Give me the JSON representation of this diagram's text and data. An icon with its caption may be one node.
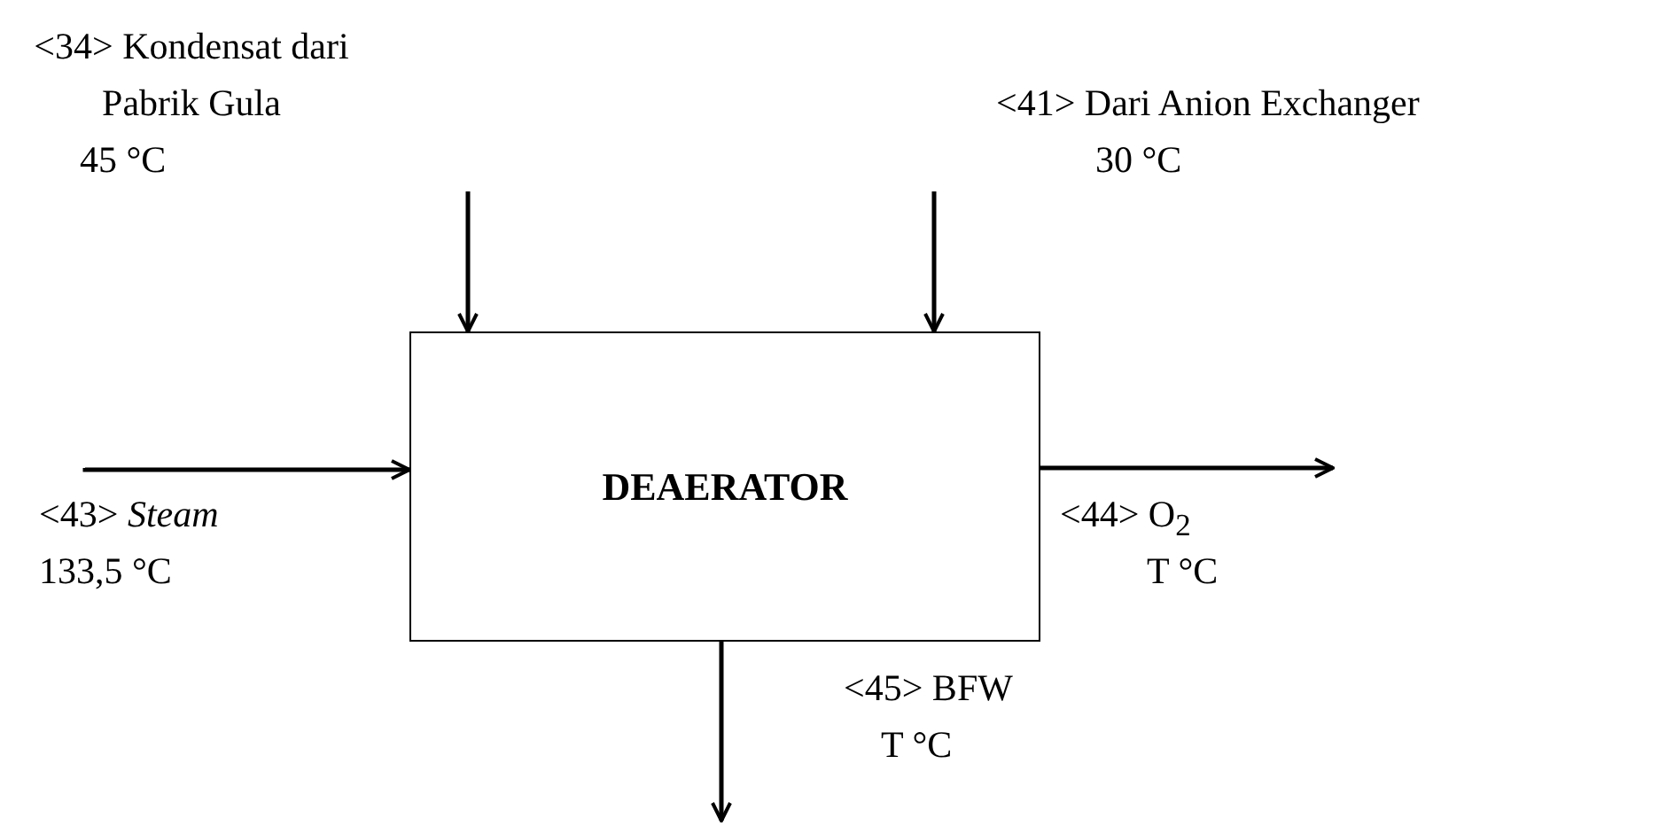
{
  "diagram": {
    "nodes": [
      {
        "text": [
          "DEAERATOR"
        ]
      },
      {
        "text": [
          "<34> Kondensat dari Pabrik Gula",
          "45 °C"
        ]
      },
      {
        "text": [
          "<41> Dari Anion Exchanger",
          "30 °C"
        ]
      },
      {
        "text": [
          "<43> *Steam*",
          "133,5 °C"
        ]
      },
      {
        "text": [
          "<44> O$_{2}$",
          "T °C"
        ]
      },
      {
        "text": [
          "<45> BFW",
          "T °C"
        ]
      }
    ],
    "edges": [
      {
        "from": 1,
        "to": 0,
        "arrow": "to"
      },
      {
        "from": 2,
        "to": 0,
        "arrow": "to"
      },
      {
        "from": 3,
        "to": 0,
        "arrow": "to"
      },
      {
        "from": 0,
        "to": 4,
        "arrow": "to"
      },
      {
        "from": 0,
        "to": 5,
        "arrow": "to"
      }
    ]
  }
}
